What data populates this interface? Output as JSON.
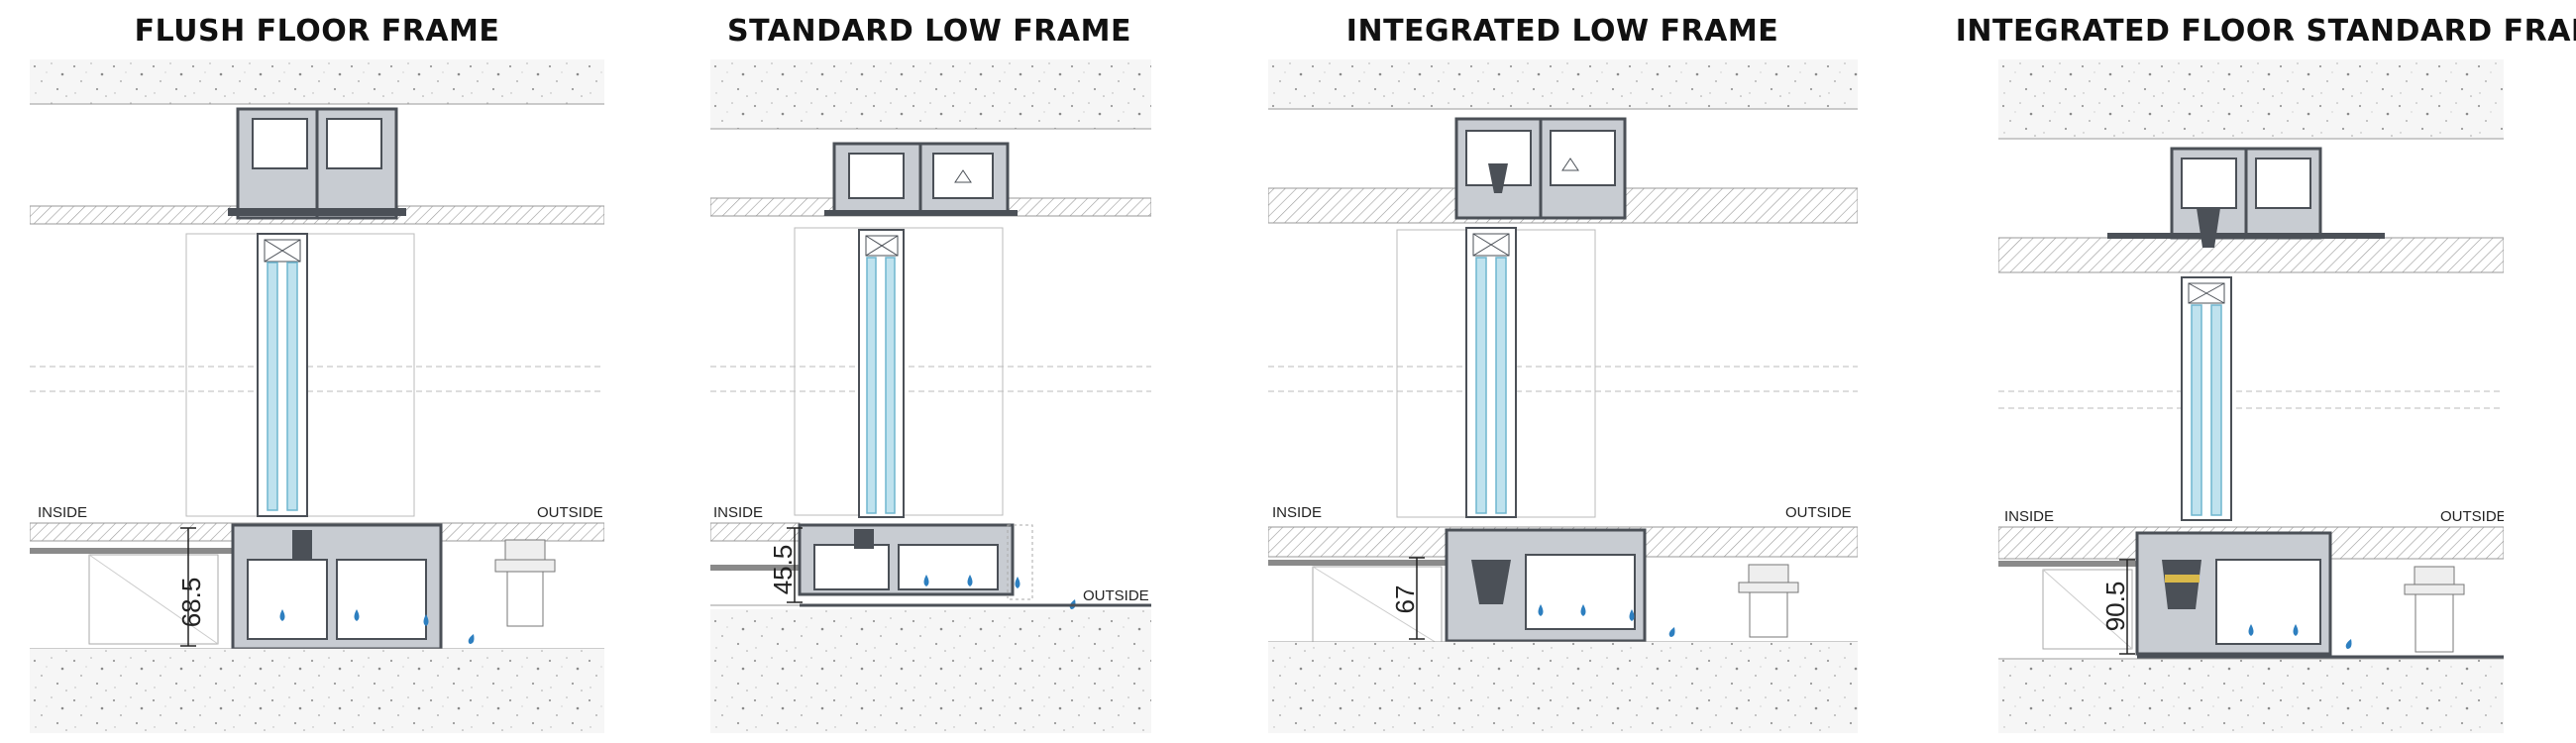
{
  "colors": {
    "frame": "#4b5057",
    "frame_fill": "#c8ccd2",
    "glass": "#bfe2ee",
    "glass_edge": "#6fb6cf",
    "drop": "#2d7fc0",
    "concrete": "#f1f1f1",
    "hatch": "#9a9a9a"
  },
  "panels": [
    {
      "title": "FLUSH FLOOR FRAME",
      "inside_label": "INSIDE",
      "outside_label": "OUTSIDE",
      "dimension": "68.5"
    },
    {
      "title": "STANDARD LOW FRAME",
      "inside_label": "INSIDE",
      "outside_label": "OUTSIDE",
      "dimension": "45.5"
    },
    {
      "title": "INTEGRATED LOW FRAME",
      "inside_label": "INSIDE",
      "outside_label": "OUTSIDE",
      "dimension": "67"
    },
    {
      "title": "INTEGRATED FLOOR STANDARD FRAME",
      "inside_label": "INSIDE",
      "outside_label": "OUTSIDE",
      "dimension": "90.5"
    }
  ]
}
